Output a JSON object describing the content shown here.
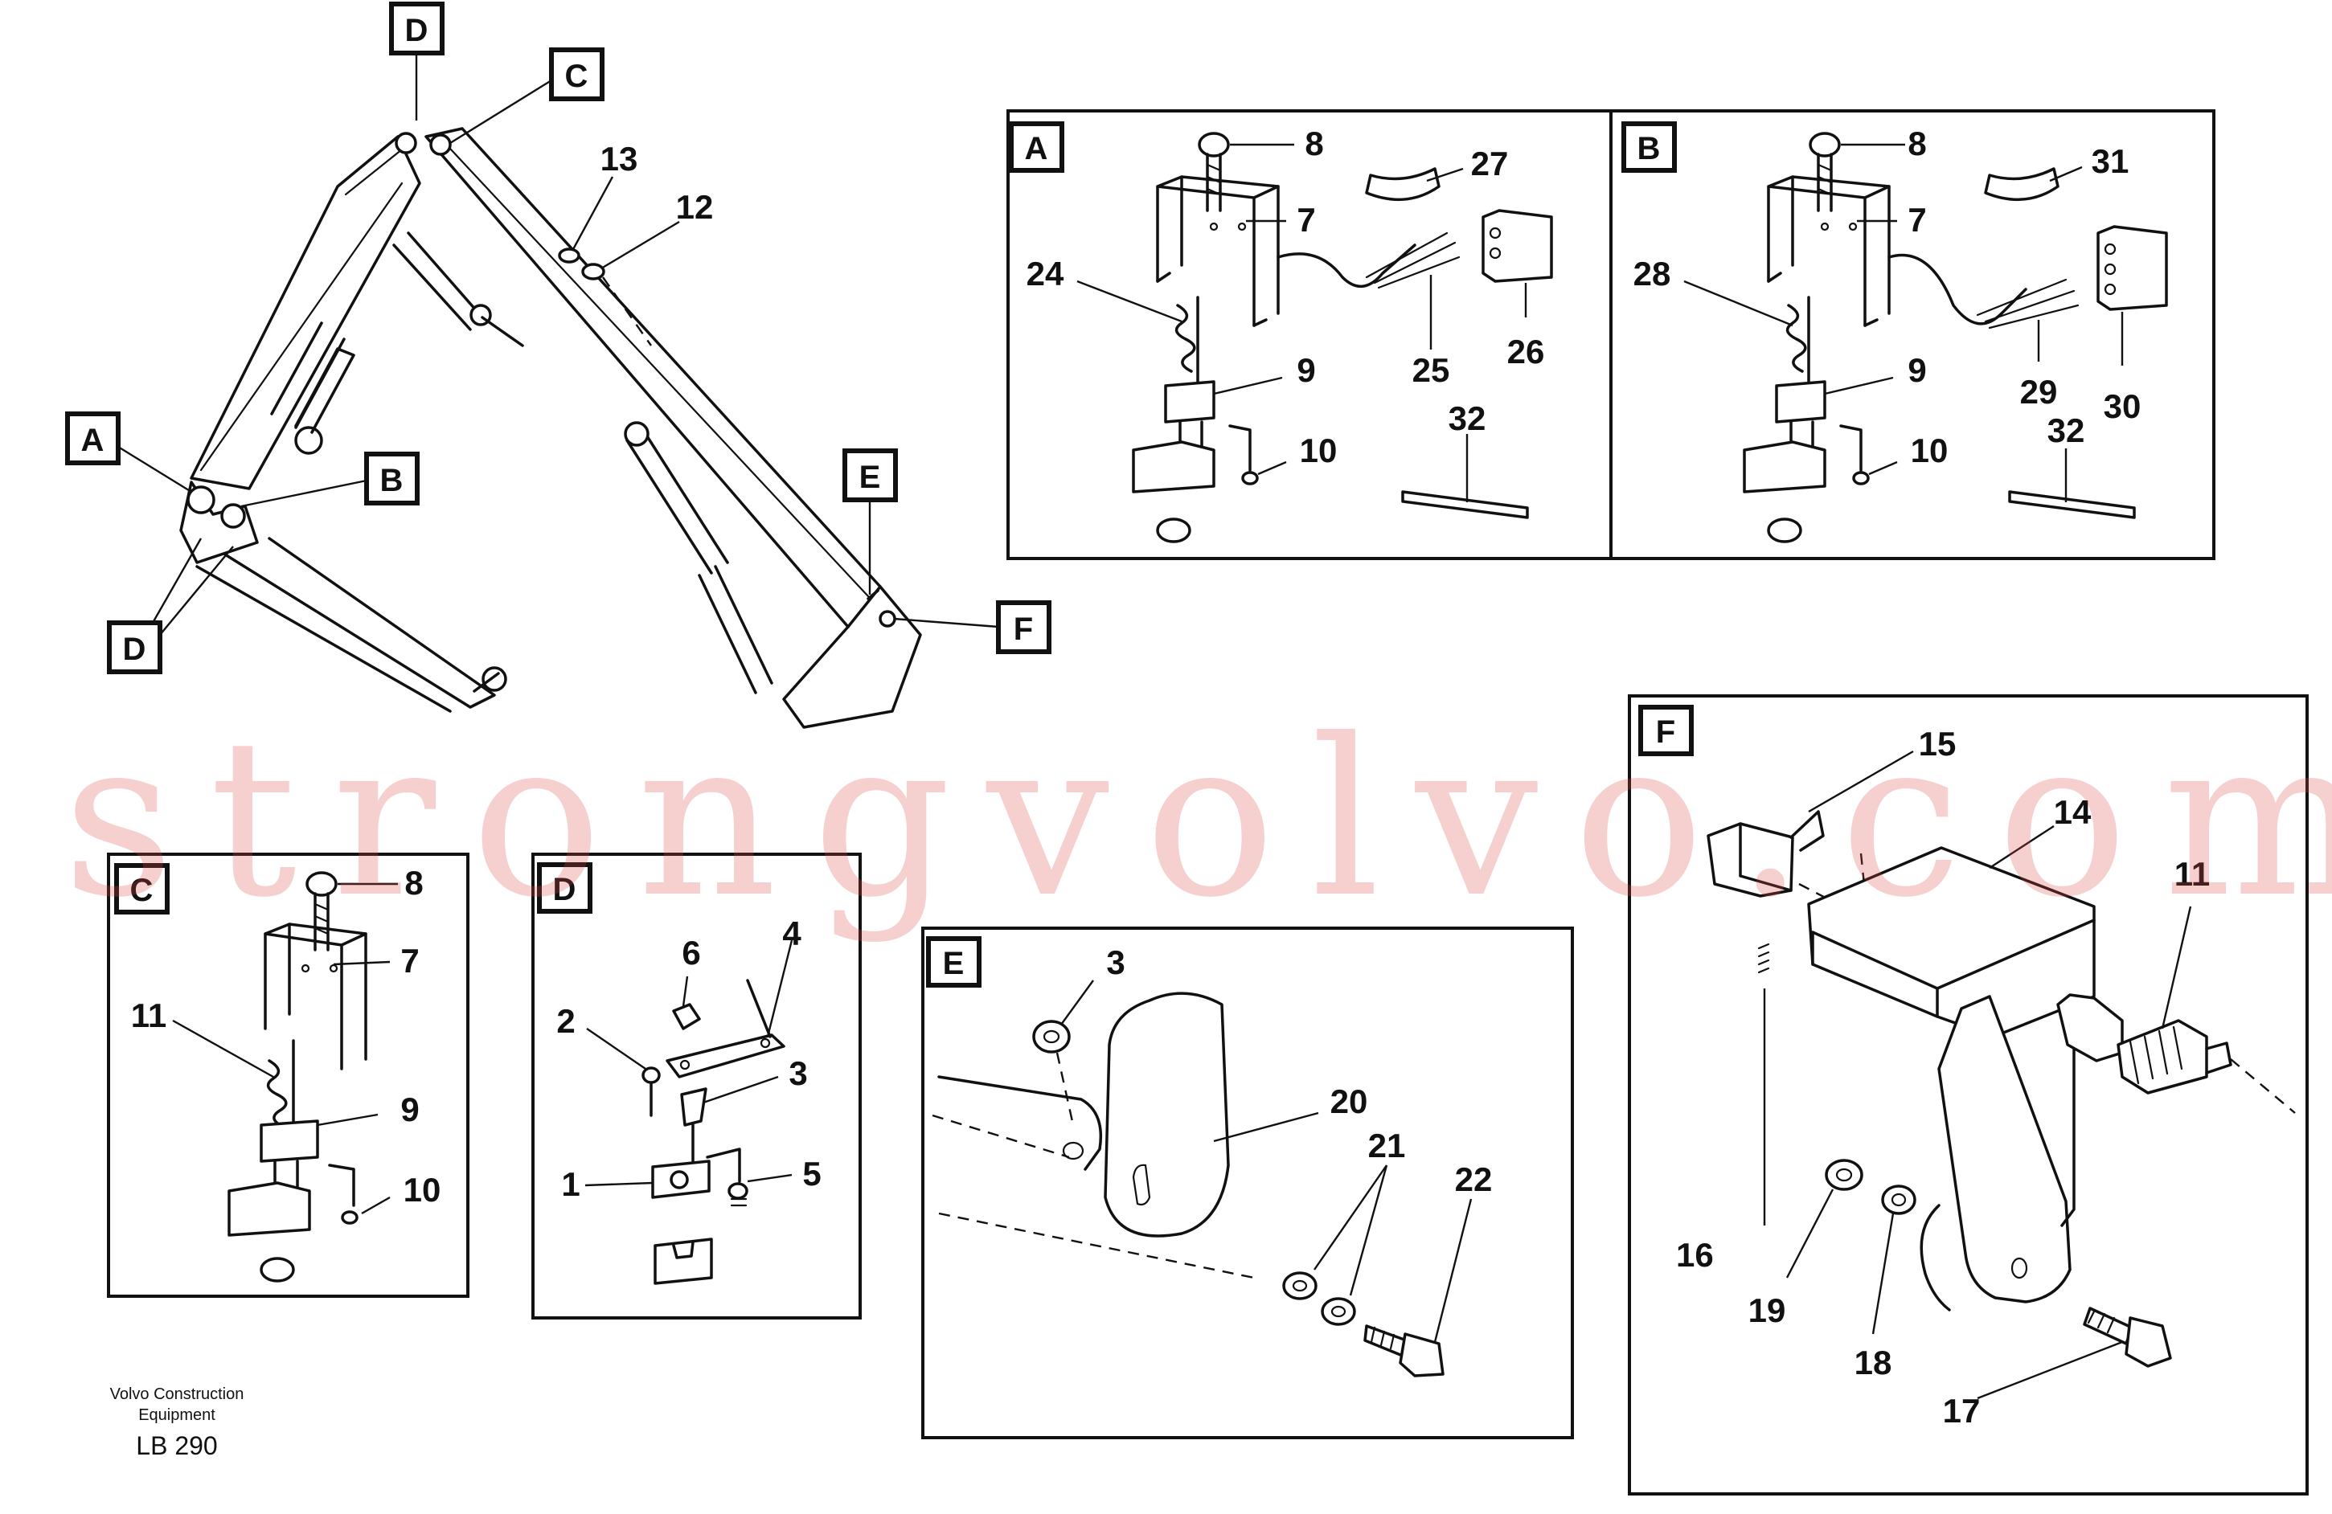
{
  "sections": {
    "A": {
      "label": "A",
      "callouts": [
        "8",
        "7",
        "27",
        "24",
        "25",
        "26",
        "9",
        "10",
        "32"
      ]
    },
    "B": {
      "label": "B",
      "callouts": [
        "8",
        "7",
        "31",
        "28",
        "29",
        "30",
        "9",
        "10",
        "32"
      ]
    },
    "C": {
      "label": "C",
      "callouts": [
        "8",
        "7",
        "11",
        "9",
        "10"
      ]
    },
    "D": {
      "label": "D",
      "callouts": [
        "6",
        "4",
        "2",
        "3",
        "1",
        "5"
      ]
    },
    "E": {
      "label": "E",
      "callouts": [
        "3",
        "20",
        "21",
        "22"
      ]
    },
    "F": {
      "label": "F",
      "callouts": [
        "15",
        "14",
        "11",
        "16",
        "19",
        "18",
        "17"
      ]
    }
  },
  "overview": {
    "tags": [
      "D",
      "C",
      "A",
      "B",
      "D",
      "E",
      "F"
    ],
    "callouts": [
      "13",
      "12"
    ]
  },
  "watermark": "strongvolvo.com",
  "footer": {
    "line1": "Volvo Construction",
    "line2": "Equipment",
    "code": "LB 290"
  }
}
